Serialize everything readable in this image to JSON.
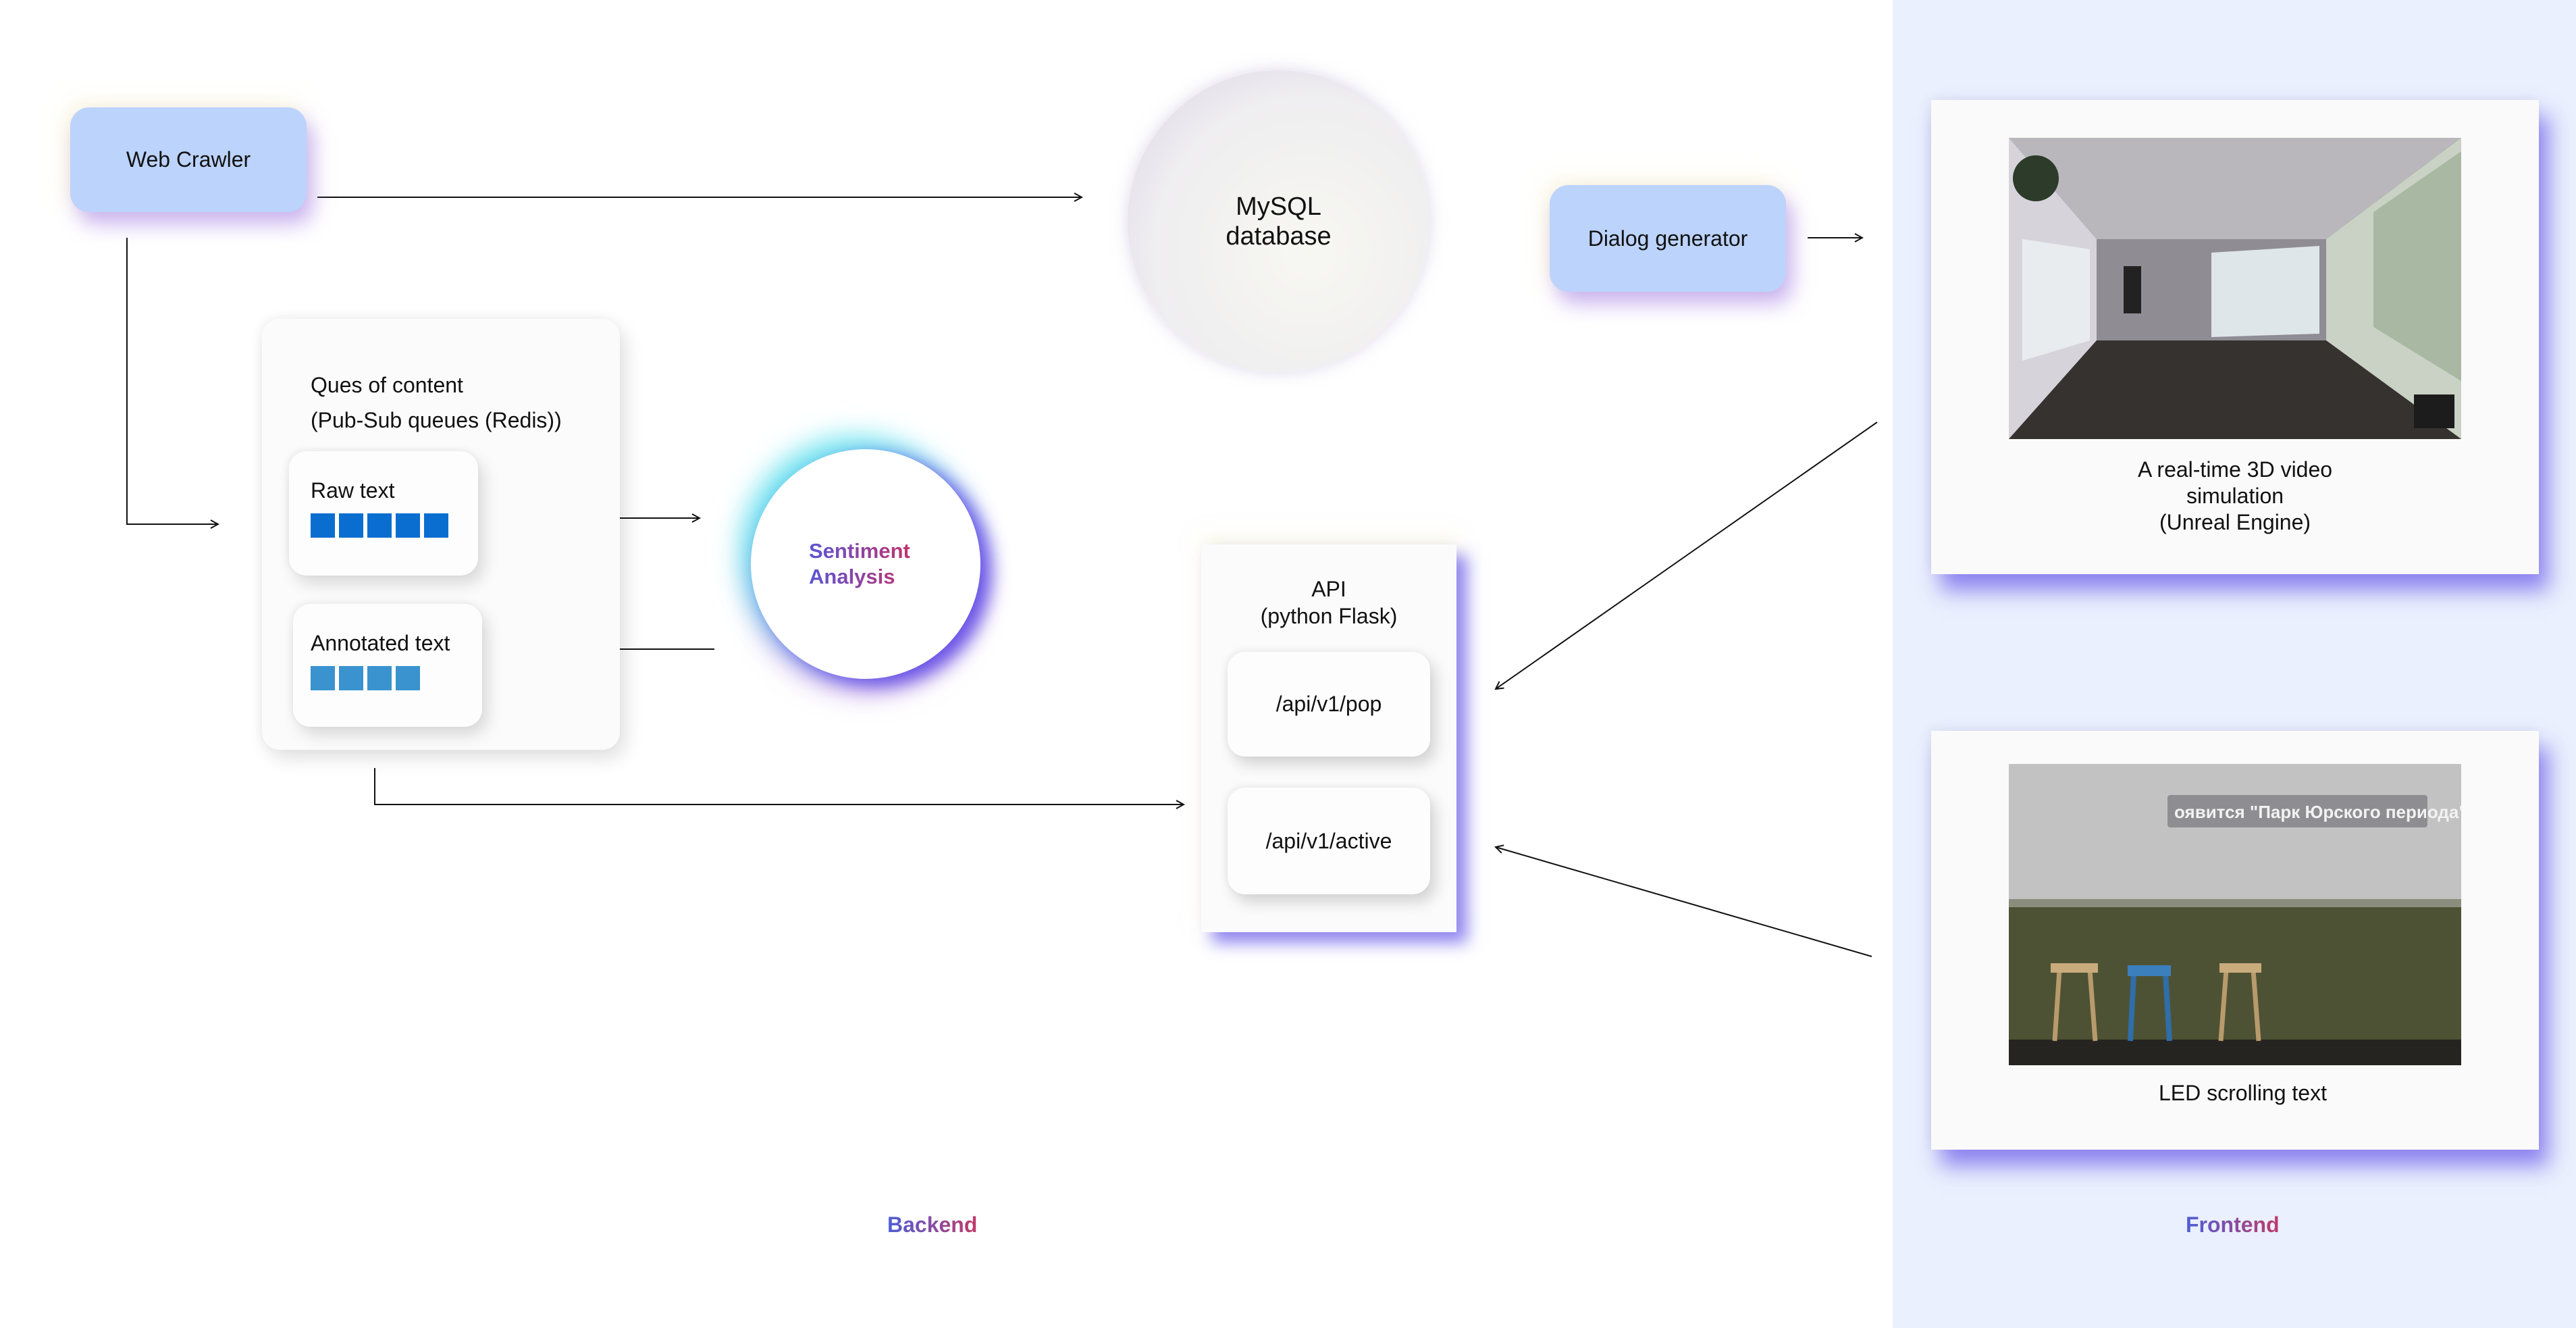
{
  "nodes": {
    "web_crawler": "Web Crawler",
    "mysql": {
      "line1": "MySQL",
      "line2": "database"
    },
    "dialog_generator": "Dialog generator",
    "queues": {
      "line1": "Ques of content",
      "line2": "(Pub-Sub queues (Redis))"
    },
    "raw_text": {
      "label": "Raw text",
      "squares": 5,
      "color": "#0a6ed1"
    },
    "annotated_text": {
      "label": "Annotated text",
      "squares": 4,
      "color": "#3a93cf"
    },
    "sentiment": {
      "line1": "Sentiment",
      "line2": "Analysis"
    },
    "api": {
      "line1": "API",
      "line2": "(python Flask)",
      "endpoint_pop": "/api/v1/pop",
      "endpoint_active": "/api/v1/active"
    },
    "simulation": {
      "line1": "A real-time 3D video",
      "line2": "simulation",
      "line3": "(Unreal Engine)"
    },
    "led": {
      "caption": "LED scrolling text",
      "banner": "оявится \"Парк Юрского периода\""
    }
  },
  "sections": {
    "backend": "Backend",
    "frontend": "Frontend"
  },
  "colors": {
    "pill": "#bcd3fc",
    "frontend_bg": "#eaf0fd",
    "accent_blue": "#5a55d6",
    "accent_red": "#c2336e"
  }
}
